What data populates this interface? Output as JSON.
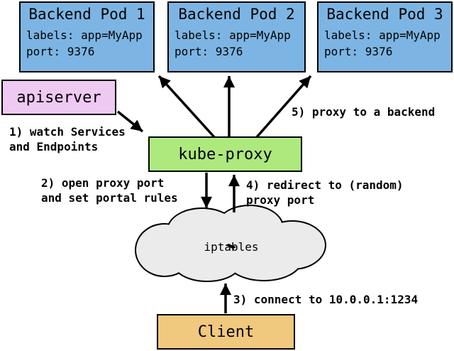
{
  "diagram": {
    "colors": {
      "pod_fill": "#7cb5e3",
      "apiserver_fill": "#eec9f2",
      "kube_proxy_fill": "#aee97e",
      "client_fill": "#f0c87e",
      "cloud_fill": "#ebebeb",
      "line": "#000000"
    },
    "nodes": {
      "pods": [
        {
          "title": "Backend Pod 1",
          "lines": [
            "labels: app=MyApp",
            "port: 9376"
          ]
        },
        {
          "title": "Backend Pod 2",
          "lines": [
            "labels: app=MyApp",
            "port: 9376"
          ]
        },
        {
          "title": "Backend Pod 3",
          "lines": [
            "labels: app=MyApp",
            "port: 9376"
          ]
        }
      ],
      "apiserver": "apiserver",
      "kube_proxy": "kube-proxy",
      "iptables": "iptables",
      "client": "Client"
    },
    "steps": {
      "s1": [
        "1) watch Services",
        "and Endpoints"
      ],
      "s2": [
        "2) open proxy port",
        "and set portal rules"
      ],
      "s3": [
        "3) connect to 10.0.0.1:1234"
      ],
      "s4": [
        "4) redirect to (random)",
        "proxy port"
      ],
      "s5": [
        "5) proxy to a backend"
      ]
    }
  }
}
